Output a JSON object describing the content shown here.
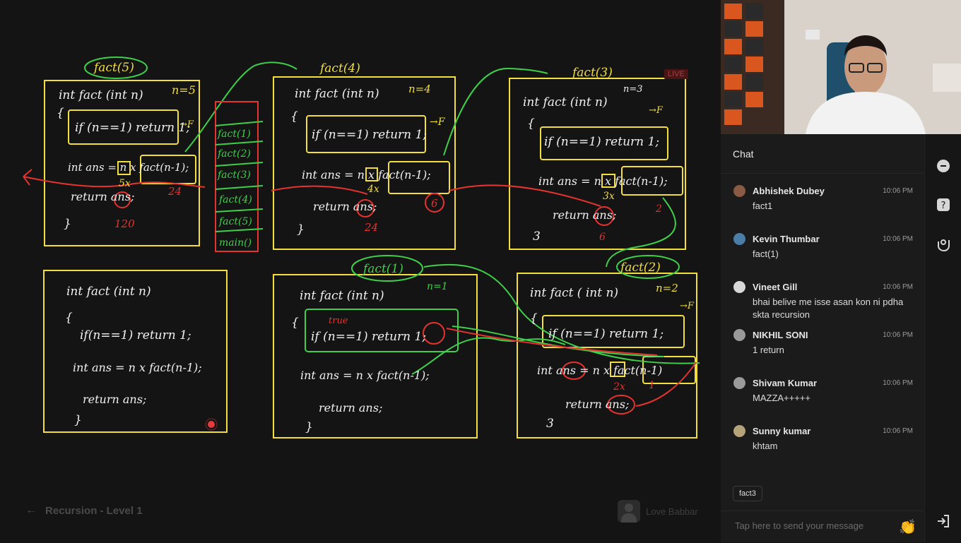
{
  "board": {
    "live_badge": "LIVE",
    "box1": {
      "title": "fact(5)",
      "lines": [
        "int  fact  (int n)",
        "{",
        "if (n==1) return 1;",
        "int ans = n x fact(n-1);",
        "return ans;",
        "}"
      ],
      "notes": [
        "n=5",
        "→F",
        "5x",
        "24",
        "120"
      ]
    },
    "stack": {
      "frames": [
        "fact(1)",
        "fact(2)",
        "fact(3)",
        "fact(4)",
        "fact(5)",
        "main()"
      ]
    },
    "box2": {
      "title": "fact(4)",
      "lines": [
        "int  fact (int n)",
        "{",
        "if (n==1) return 1;",
        "int ans = n x fact(n-1);",
        "return ans;",
        "}"
      ],
      "notes": [
        "n=4",
        "→F",
        "4x",
        "6",
        "24"
      ]
    },
    "box3": {
      "title": "fact(3)",
      "lines": [
        "int  fact  (int n)",
        "{",
        "if (n==1) return 1;",
        "int ans = n x fact(n-1);",
        "return ans;",
        "3"
      ],
      "notes": [
        "n=3",
        "→F",
        "3x",
        "2",
        "6"
      ]
    },
    "box4": {
      "lines": [
        "int  fact (int n)",
        "{",
        "if(n==1)  return 1;",
        "int ans = n x fact(n-1);",
        "return ans;",
        "}"
      ]
    },
    "box5": {
      "title": "fact(1)",
      "lines": [
        "int  fact (int n)",
        "{",
        "if (n==1) return 1;",
        "int ans = n x fact(n-1);",
        "return ans;",
        "}"
      ],
      "notes": [
        "n=1",
        "true"
      ]
    },
    "box6": {
      "title": "fact(2)",
      "lines": [
        "int  fact ( int n)",
        "{",
        "if (n==1)  return 1;",
        "int ans = n x fact(n-1)",
        "return ans;",
        "3"
      ],
      "notes": [
        "n=2",
        "→F",
        "2x",
        "1"
      ]
    }
  },
  "footer": {
    "back_label": "Recursion - Level 1",
    "presenter_name": "Love Babbar"
  },
  "chat": {
    "title": "Chat",
    "messages": [
      {
        "name": "Abhishek Dubey",
        "time": "10:06 PM",
        "text": "fact1",
        "avatar_color": "#8a5a44"
      },
      {
        "name": "Kevin Thumbar",
        "time": "10:06 PM",
        "text": "fact(1)",
        "avatar_color": "#4a7ea8"
      },
      {
        "name": "Vineet Gill",
        "time": "10:06 PM",
        "text": "bhai belive me isse asan kon ni pdha skta recursion",
        "avatar_color": "#d8d8d8"
      },
      {
        "name": "NIKHIL SONI",
        "time": "10:06 PM",
        "text": "1 return",
        "avatar_color": "#9a9a9a"
      },
      {
        "name": "Shivam Kumar",
        "time": "10:06 PM",
        "text": "MAZZA+++++",
        "avatar_color": "#9a9a9a"
      },
      {
        "name": "Sunny kumar",
        "time": "10:06 PM",
        "text": "khtam",
        "avatar_color": "#b5a37a"
      }
    ],
    "suggestion": "fact3",
    "input_placeholder": "Tap here to send your message"
  },
  "colors": {
    "yellow": "#f2df3c",
    "green": "#3fcf4a",
    "red": "#e5332f",
    "chalk": "#f1f1f1"
  },
  "icons": [
    "arrow-left-icon",
    "clap-icon",
    "chat-bubble-icon",
    "question-icon",
    "hand-raise-icon",
    "logout-icon"
  ]
}
